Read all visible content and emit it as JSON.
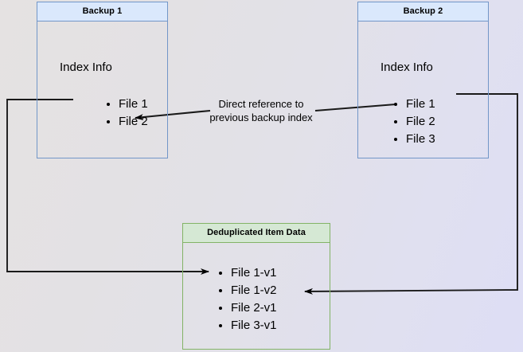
{
  "diagram": {
    "title_note": "Direct reference to previous backup index",
    "colors": {
      "blue_border": "#7296c8",
      "blue_fill": "#dae8fc",
      "green_border": "#82b366",
      "green_fill": "#d5e8d4",
      "arrow": "#000000"
    }
  },
  "backup1": {
    "header": "Backup 1",
    "index_label": "Index Info",
    "files": [
      "File 1",
      "File 2"
    ]
  },
  "backup2": {
    "header": "Backup 2",
    "index_label": "Index Info",
    "files": [
      "File 1",
      "File 2",
      "File 3"
    ]
  },
  "dedup": {
    "header": "Deduplicated Item Data",
    "items": [
      "File 1-v1",
      "File 1-v2",
      "File 2-v1",
      "File 3-v1"
    ]
  },
  "note": {
    "line1": "Direct reference to",
    "line2": "previous backup index"
  }
}
